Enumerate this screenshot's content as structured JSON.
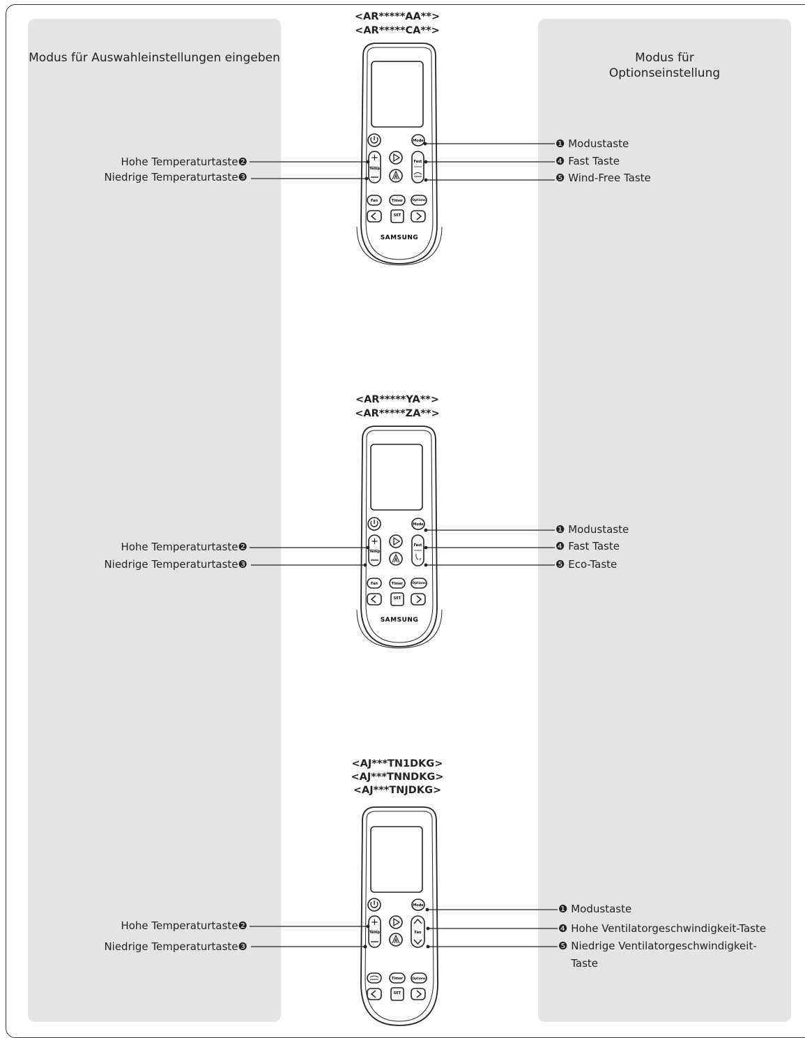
{
  "headings": {
    "left": "Modus für Auswahleinstellungen eingeben",
    "right": "Modus für Optionseinstellung"
  },
  "sections": [
    {
      "models": [
        "<AR*****AA**>",
        "<AR*****CA**>"
      ],
      "left_labels": [
        {
          "text": "Hohe Temperaturtaste",
          "num": "❷"
        },
        {
          "text": "Niedrige Temperaturtaste",
          "num": "❸"
        }
      ],
      "right_labels": [
        {
          "num": "❶",
          "text": "Modustaste"
        },
        {
          "num": "❹",
          "text": "Fast Taste"
        },
        {
          "num": "❺",
          "text": "Wind-Free Taste"
        }
      ]
    },
    {
      "models": [
        "<AR*****YA**>",
        "<AR*****ZA**>"
      ],
      "left_labels": [
        {
          "text": "Hohe Temperaturtaste",
          "num": "❷"
        },
        {
          "text": "Niedrige Temperaturtaste",
          "num": "❸"
        }
      ],
      "right_labels": [
        {
          "num": "❶",
          "text": "Modustaste"
        },
        {
          "num": "❹",
          "text": "Fast Taste"
        },
        {
          "num": "❺",
          "text": "Eco-Taste"
        }
      ]
    },
    {
      "models": [
        "<AJ***TN1DKG>",
        "<AJ***TNNDKG>",
        "<AJ***TNJDKG>"
      ],
      "left_labels": [
        {
          "text": "Hohe Temperaturtaste",
          "num": "❷"
        },
        {
          "text": "Niedrige Temperaturtaste",
          "num": "❸"
        }
      ],
      "right_labels": [
        {
          "num": "❶",
          "text": "Modustaste"
        },
        {
          "num": "❹",
          "text": "Hohe Ventilatorgeschwindigkeit-Taste"
        },
        {
          "num": "❺",
          "text": "Niedrige Ventilatorgeschwindigkeit-Taste"
        }
      ]
    }
  ],
  "remote_text": {
    "brand": "SAMSUNG",
    "mode": "Mode",
    "temp": "Temp",
    "fast": "Fast",
    "fan": "Fan",
    "timer": "Timer",
    "options": "Options",
    "set": "SET"
  }
}
